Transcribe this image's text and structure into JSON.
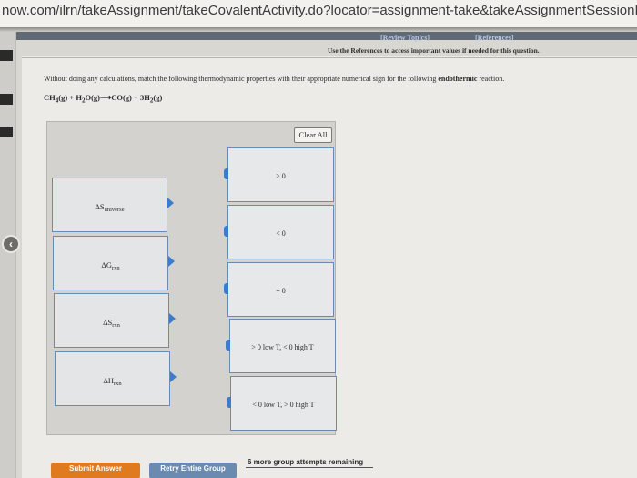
{
  "browser": {
    "url": "now.com/ilrn/takeAssignment/takeCovalentActivity.do?locator=assignment-take&takeAssignmentSessionLocator="
  },
  "header": {
    "review_topics": "[Review Topics]",
    "references": "[References]",
    "references_note": "Use the References to access important values if needed for this question."
  },
  "question": {
    "prompt": "Without doing any calculations, match the following thermodynamic properties with their appropriate numerical sign for the following",
    "prompt_bold": "endothermic",
    "prompt_end": "reaction.",
    "equation": {
      "reactant1": "CH",
      "reactant1_sub": "4",
      "reactant1_state": "(g)",
      "plus1": " + ",
      "reactant2": "H",
      "reactant2_sub": "2",
      "reactant2_state": "O(g)",
      "arrow": "⟶",
      "product1": "CO(g)",
      "plus2": " + 3H",
      "product2_sub": "2",
      "product2_state": "(g)"
    }
  },
  "workspace": {
    "clear_label": "Clear All",
    "properties": [
      {
        "symbol": "ΔS",
        "sub": "universe"
      },
      {
        "symbol": "ΔG",
        "sub": "rxn"
      },
      {
        "symbol": "ΔS",
        "sub": "rxn"
      },
      {
        "symbol": "ΔH",
        "sub": "rxn"
      }
    ],
    "signs": [
      {
        "label": "> 0"
      },
      {
        "label": "< 0"
      },
      {
        "label": "= 0"
      },
      {
        "label": "> 0 low T, < 0 high T"
      },
      {
        "label": "< 0 low T, > 0 high T"
      }
    ]
  },
  "footer": {
    "submit_label": "Submit Answer",
    "retry_label": "Retry Entire Group",
    "attempts_text": "6 more group attempts remaining"
  },
  "colors": {
    "accent": "#3d7ccc",
    "submit": "#e07a1e",
    "retry": "#6b8ab0"
  }
}
